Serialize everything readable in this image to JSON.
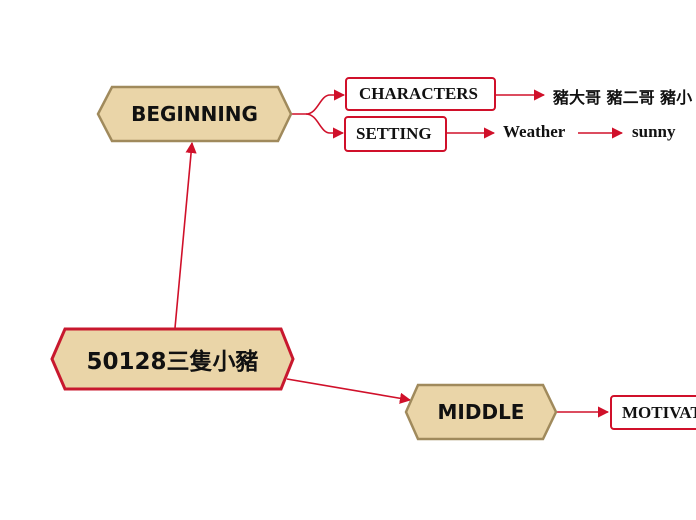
{
  "root": {
    "label": "50128三隻小豬"
  },
  "beginning": {
    "label": "BEGINNING",
    "characters": {
      "label": "CHARACTERS",
      "value": "豬大哥 豬二哥 豬小"
    },
    "setting": {
      "label": "SETTING",
      "attribute": "Weather",
      "value": "sunny"
    }
  },
  "middle": {
    "label": "MIDDLE",
    "motivation": {
      "label": "MOTIVATI"
    }
  },
  "colors": {
    "accent_red": "#d0102a",
    "hex_fill": "#ead5a8",
    "hex_border": "#a08a5c"
  }
}
